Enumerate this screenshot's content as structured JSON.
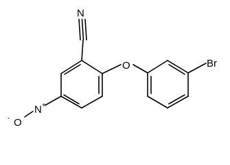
{
  "molecule": {
    "atoms": {
      "nitrile_n": "N",
      "ether_o": "O",
      "bromine": "Br",
      "nitro_n": "N",
      "nitro_n_charge": "+",
      "nitro_o": "O",
      "nitro_o_charge": "-"
    }
  },
  "colors": {
    "bond": "#000000",
    "label": "#000000",
    "background": "#ffffff"
  }
}
